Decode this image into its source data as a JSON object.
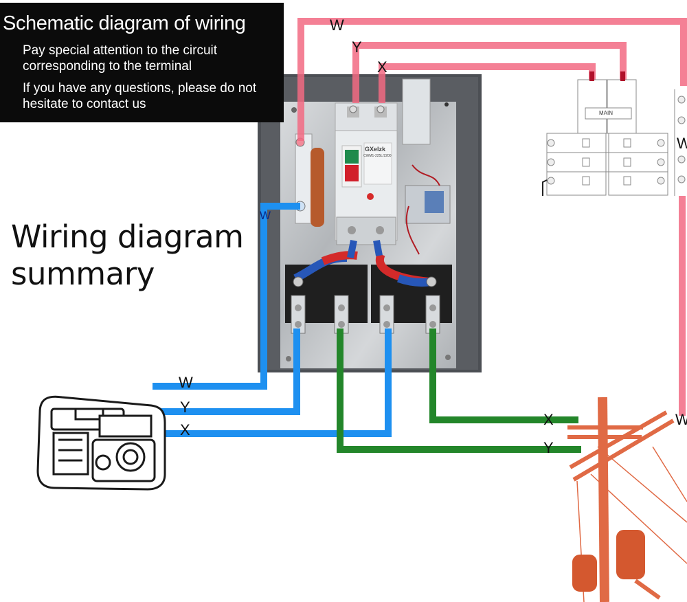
{
  "header": {
    "title": "Schematic diagram of wiring",
    "note_1": "Pay special attention to the circuit corresponding to the terminal",
    "note_2": "If you have any questions, please do not hesitate to contact us"
  },
  "summary_label": "Wiring diagram summary",
  "colors": {
    "utility_wire": "#f26a82",
    "generator_wire": "#1e90f0",
    "grid_wire": "#23862a",
    "pole": "#e06a45",
    "enclosure": "#4a4d52",
    "header_bg": "#0b0b0b"
  },
  "transfer_switch": {
    "brand": "GXelzk",
    "model": "CWM1-225L/2200"
  },
  "panel": {
    "main_label": "MAIN"
  },
  "wires": {
    "top_w": "W",
    "top_y": "Y",
    "top_x": "X",
    "switch_w": "W",
    "gen_w": "W",
    "gen_y": "Y",
    "gen_x": "X",
    "grid_x": "X",
    "grid_y": "Y",
    "panel_w": "W",
    "pole_w": "W"
  }
}
